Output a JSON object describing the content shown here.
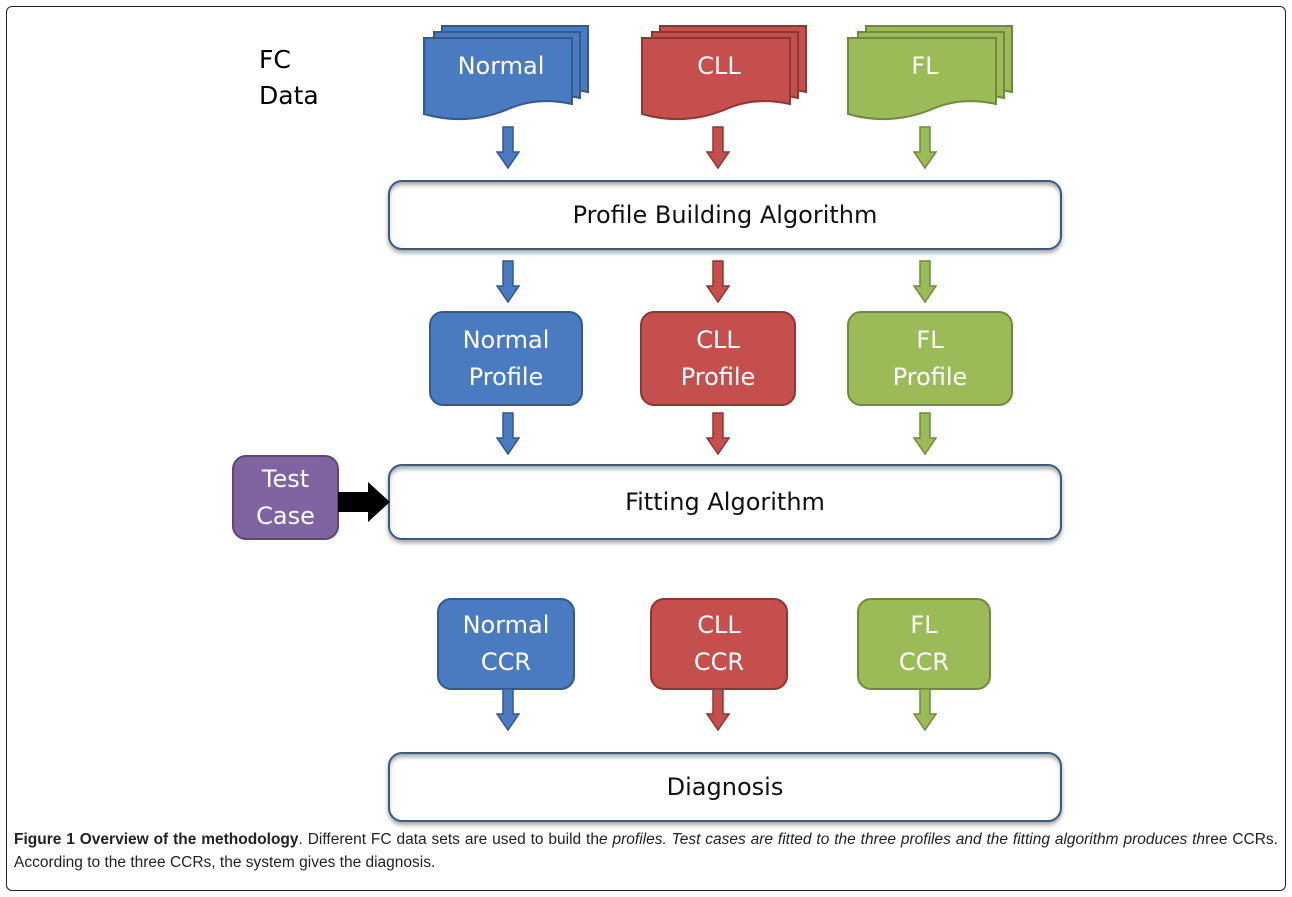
{
  "fc_label": {
    "line1": "FC",
    "line2": "Data"
  },
  "inputs": [
    {
      "label": "Normal",
      "color": "#4a7bc0",
      "stroke": "#34598e"
    },
    {
      "label": "CLL",
      "color": "#c44f4d",
      "stroke": "#8e3634"
    },
    {
      "label": "FL",
      "color": "#9bbb59",
      "stroke": "#71893f"
    }
  ],
  "stages": {
    "profile_building": "Profile Building Algorithm",
    "fitting": "Fitting Algorithm",
    "diagnosis": "Diagnosis"
  },
  "profiles": [
    {
      "line1": "Normal",
      "line2": "Profile"
    },
    {
      "line1": "CLL",
      "line2": "Profile"
    },
    {
      "line1": "FL",
      "line2": "Profile"
    }
  ],
  "test_case": {
    "line1": "Test",
    "line2": "Case",
    "color": "#8063a1"
  },
  "ccrs": [
    {
      "line1": "Normal",
      "line2": "CCR"
    },
    {
      "line1": "CLL",
      "line2": "CCR"
    },
    {
      "line1": "FL",
      "line2": "CCR"
    }
  ],
  "caption": {
    "title": "Figure 1 Overview of the methodology",
    "part1": ". Different FC data sets are used to build th",
    "part2": "e profiles. Test cases are fitted to the three profiles and the fitting algorithm produces th",
    "part3": "ree CCRs. According to the three CCRs, the system gives the diagnosis."
  }
}
